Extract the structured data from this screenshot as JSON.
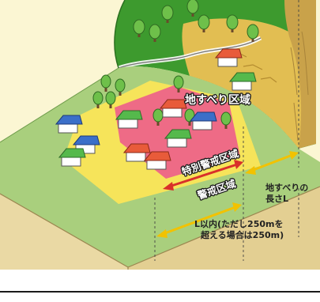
{
  "labels": {
    "landslide_area": "地すべり区域",
    "special_alert_zone": "特別警戒区域",
    "alert_zone": "警戒区域",
    "landslide_length_line1": "地すべりの",
    "landslide_length_line2": "長さL",
    "extent_line1": "L以内(ただし250mを",
    "extent_line2": "超える場合は250m)"
  },
  "colors": {
    "background_panel": "#fbf6d3",
    "special_alert_zone": "#ee6b86",
    "alert_zone": "#f6e45a",
    "terrain_grass": "#a9cf7d",
    "hill_green": "#3d9a2e",
    "landslide_block": "#e2be52",
    "soil_front": "#ead9a4",
    "soil_side": "#d3bb78",
    "arrow_red": "#d9302a",
    "arrow_yellow": "#f2c200"
  }
}
